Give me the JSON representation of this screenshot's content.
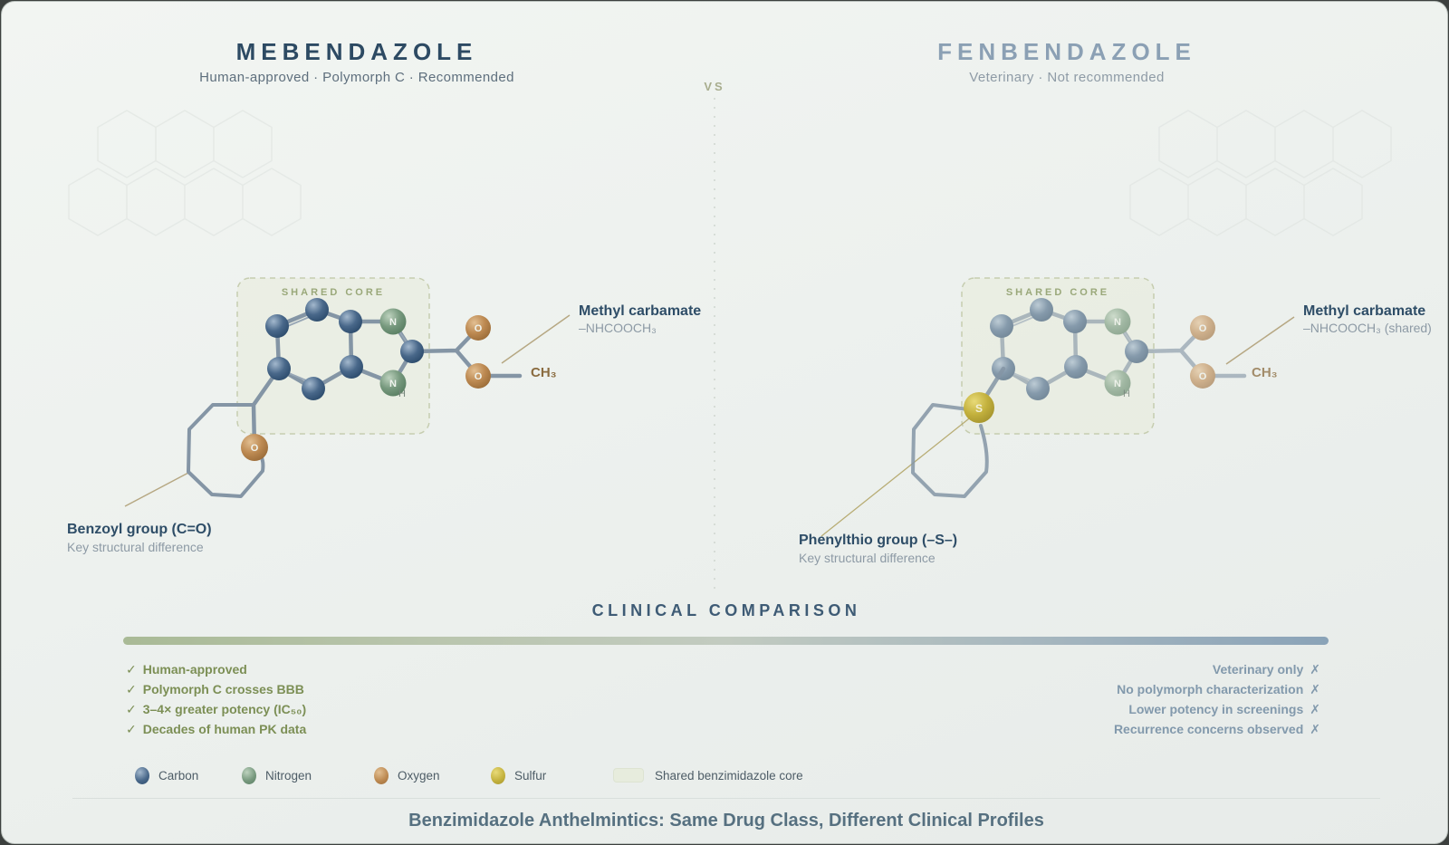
{
  "header": {
    "left": {
      "title": "MEBENDAZOLE",
      "subtitle": "Human-approved · Polymorph C · Recommended"
    },
    "right": {
      "title": "FENBENDAZOLE",
      "subtitle": "Veterinary · Not recommended"
    },
    "vs_label": "VS"
  },
  "molecules": {
    "shared_core_label": "SHARED CORE",
    "atom_letters": {
      "nitrogen": "N",
      "oxygen": "O",
      "sulfur": "S",
      "hydrogen": "H",
      "methyl": "CH₃"
    },
    "left": {
      "carbamate_title": "Methyl carbamate",
      "carbamate_formula": "–NHCOOCH₃",
      "difference_title": "Benzoyl group (C=O)",
      "difference_subtitle": "Key structural difference"
    },
    "right": {
      "carbamate_title": "Methyl carbamate",
      "carbamate_formula": "–NHCOOCH₃ (shared)",
      "difference_title": "Phenylthio group (–S–)",
      "difference_subtitle": "Key structural difference"
    }
  },
  "comparison": {
    "heading": "CLINICAL COMPARISON",
    "left_mark": "✓",
    "right_mark": "✗",
    "left_points": [
      "Human-approved",
      "Polymorph C crosses BBB",
      "3–4× greater potency (IC₅₀)",
      "Decades of human PK data"
    ],
    "right_points": [
      "Veterinary only",
      "No polymorph characterization",
      "Lower potency in screenings",
      "Recurrence concerns observed"
    ]
  },
  "legend": {
    "items": [
      {
        "label": "Carbon",
        "color": "#3f5f7e"
      },
      {
        "label": "Nitrogen",
        "color": "#74977a"
      },
      {
        "label": "Oxygen",
        "color": "#b9854d"
      },
      {
        "label": "Sulfur",
        "color": "#bba93e"
      },
      {
        "label": "Shared benzimidazole core",
        "color": "#e7ecdd"
      }
    ]
  },
  "footer": {
    "title": "Benzimidazole Anthelmintics: Same Drug Class, Different Clinical Profiles"
  },
  "colors": {
    "left_accent": "#2d4a63",
    "right_accent": "#8ba0b4",
    "check_green": "#7c8f55",
    "cross_blue": "#8299ac",
    "bar_left": "#a9ba96",
    "bar_right": "#8aa3b8",
    "bond": "#8495a5",
    "leader": "#b1a077"
  }
}
